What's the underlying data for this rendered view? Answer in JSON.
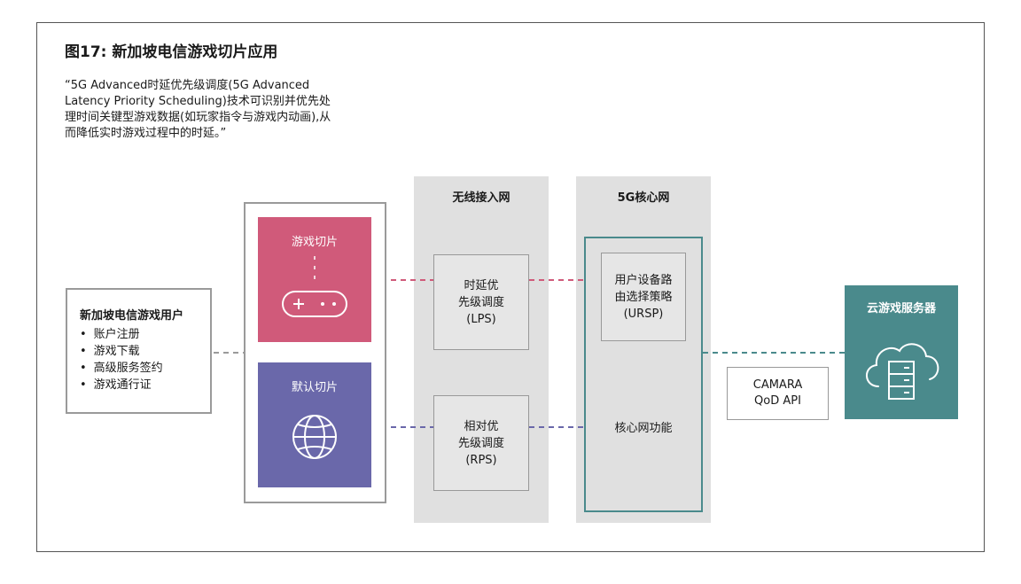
{
  "figure": {
    "title": "图17: 新加坡电信游戏切片应用",
    "quote": "“5G Advanced时延优先级调度(5G Advanced Latency Priority Scheduling)技术可识别并优先处理时间关键型游戏数据(如玩家指令与游戏内动画),从而降低实时游戏过程中的时延。”"
  },
  "user": {
    "title": "新加坡电信游戏用户",
    "items": [
      "账户注册",
      "游戏下载",
      "高级服务签约",
      "游戏通行证"
    ]
  },
  "slices": {
    "game": "游戏切片",
    "default": "默认切片"
  },
  "ran": {
    "title": "无线接入网",
    "lps": "时延优\n先级调度\n(LPS)",
    "rps": "相对优\n先级调度\n(RPS)"
  },
  "core": {
    "title": "5G核心网",
    "ursp": "用户设备路\n由选择策略\n(URSP)",
    "function": "核心网功能"
  },
  "camara": {
    "line1": "CAMARA",
    "line2": "QoD API"
  },
  "cloud": {
    "title": "云游戏服务器"
  },
  "colors": {
    "game": "#d05a7a",
    "default": "#6a68aa",
    "teal": "#4a8a8c",
    "gray": "#e0e0e0"
  }
}
